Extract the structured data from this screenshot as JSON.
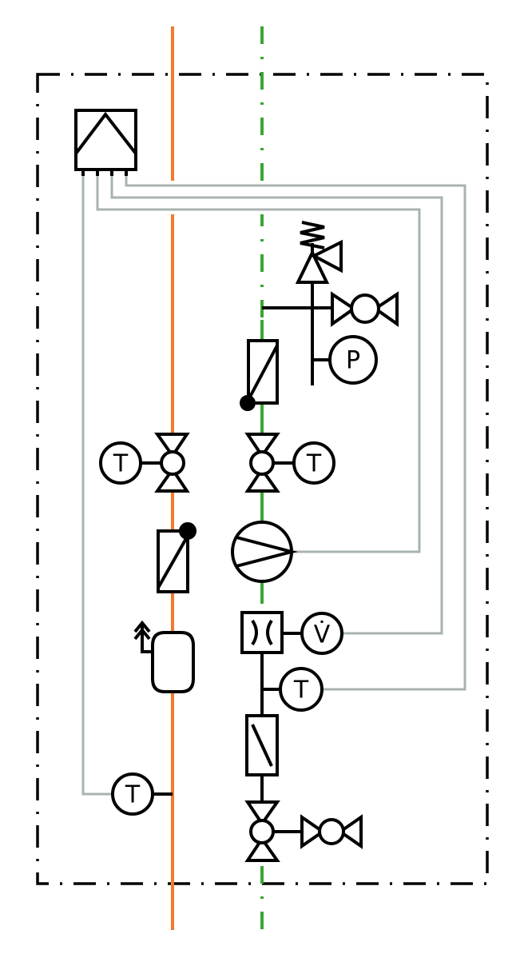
{
  "colors": {
    "supply_line": "#f07b2c",
    "return_line": "#3aa531",
    "signal_line": "#a8b3b0",
    "symbol": "#000000",
    "boundary": "#000000"
  },
  "labels": {
    "temperature": "T",
    "pressure": "P",
    "flow": "V̇"
  },
  "icons": [
    "controller-icon",
    "safety-valve-icon",
    "gate-valve-icon",
    "pressure-gauge-icon",
    "heat-meter-icon",
    "three-way-valve-icon",
    "temperature-sensor-icon",
    "pump-icon",
    "expansion-vessel-icon",
    "flow-meter-icon",
    "strainer-icon"
  ]
}
